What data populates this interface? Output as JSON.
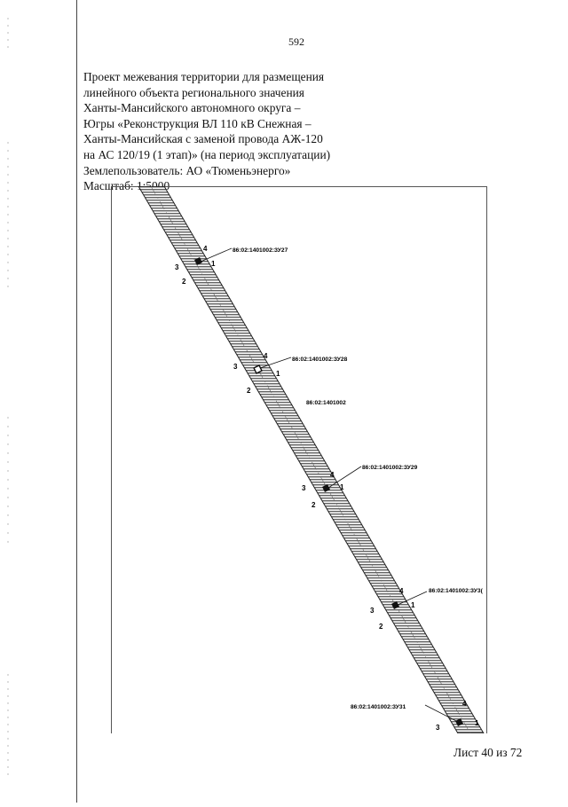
{
  "page_number": "592",
  "header": {
    "lines": [
      "Проект межевания территории для размещения",
      "линейного объекта регионального значения",
      "Ханты-Мансийского автономного округа –",
      "Югры «Реконструкция ВЛ 110 кВ Снежная –",
      "Ханты-Мансийская с заменой провода АЖ-120",
      "на АС 120/19 (1 этап)» (на период эксплуатации)",
      "Землепользователь: АО «Тюменьэнерго»",
      "Масштаб: 1:5000"
    ]
  },
  "map": {
    "block_label": "86:02:1401002",
    "parcels": [
      {
        "id": "86:02:1401002:ЗУ27",
        "corners": [
          "1",
          "2",
          "3",
          "4"
        ]
      },
      {
        "id": "86:02:1401002:ЗУ28",
        "corners": [
          "1",
          "2",
          "3",
          "4"
        ]
      },
      {
        "id": "86:02:1401002:ЗУ29",
        "corners": [
          "1",
          "2",
          "3",
          "4"
        ]
      },
      {
        "id": "86:02:1401002:ЗУ3(",
        "corners": [
          "1",
          "2",
          "3",
          "4"
        ]
      },
      {
        "id": "86:02:1401002:ЗУ31",
        "corners": [
          "1",
          "3",
          "4"
        ]
      }
    ]
  },
  "footer": {
    "sheet": "Лист 40 из 72"
  }
}
